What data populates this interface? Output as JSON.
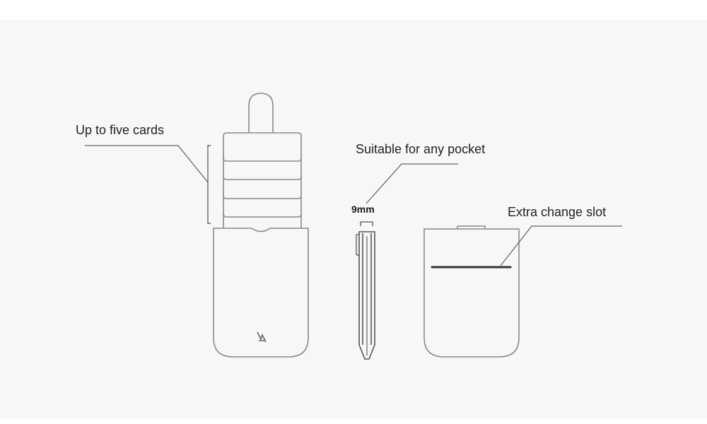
{
  "colors": {
    "background": "#f7f7f7",
    "stroke": "#8a8a8a",
    "dark_stroke": "#555555",
    "text": "#222222"
  },
  "labels": {
    "cards": "Up to five cards",
    "pocket": "Suitable for any pocket",
    "slot": "Extra change slot",
    "thickness": "9mm"
  },
  "icons": {
    "brand": "brand-logo-icon"
  }
}
